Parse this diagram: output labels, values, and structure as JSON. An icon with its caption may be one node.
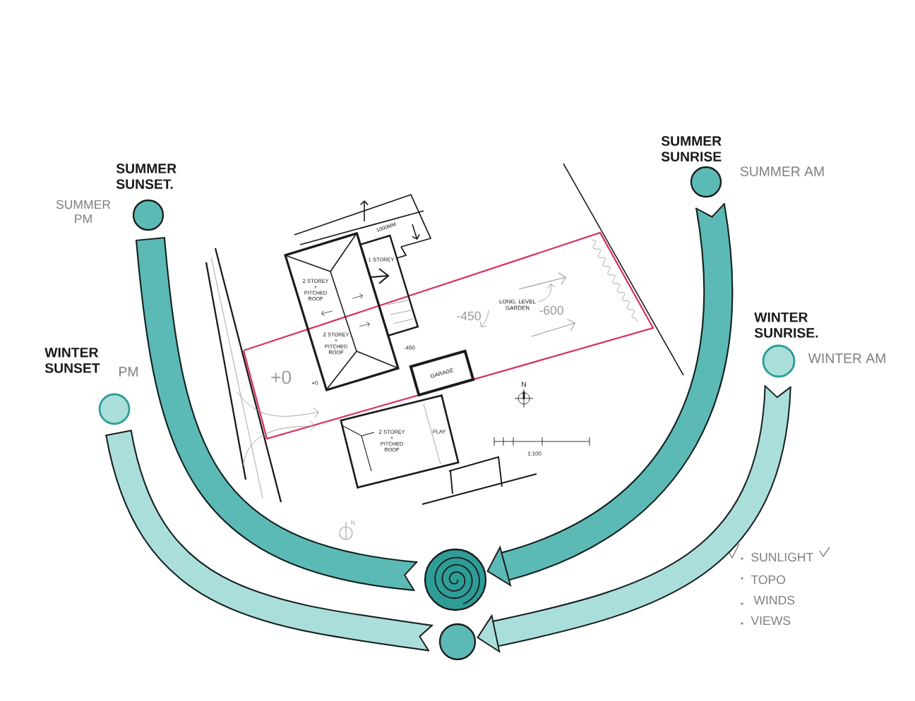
{
  "diagram": {
    "nodes": [
      {
        "text": [
          "SUMMER SUNSET."
        ],
        "beside": [
          "SUMMER PM"
        ]
      },
      {
        "text": [
          "SUMMER SUNRISE"
        ],
        "beside": [
          "SUMMER AM"
        ]
      },
      {
        "text": [
          "2 STOREY + PITCHED ROOF",
          "2 STOREY + PITCHED ROOF"
        ]
      },
      {
        "text": [
          "1 STOREY"
        ]
      },
      {
        "text": [
          "WINTER SUNRISE."
        ],
        "beside": [
          "WINTER AM"
        ]
      },
      {
        "text": [
          "WINTER SUNSET"
        ],
        "beside": [
          "PM"
        ]
      },
      {
        "text": [
          "GARAGE"
        ]
      },
      {
        "text": [
          "2 STOREY + PITCHED ROOF",
          "PLAY"
        ]
      },
      {
        "text": [],
        "shape": "circle"
      },
      {
        "text": [],
        "shape": "circle"
      }
    ],
    "edges": [
      {
        "from": 1,
        "to": 8,
        "arrow": "to"
      },
      {
        "from": 8,
        "to": 0,
        "arrow": "other"
      },
      {
        "from": 4,
        "to": 9,
        "arrow": "to",
        "color": "#a9dedb"
      },
      {
        "from": 9,
        "to": 5,
        "arrow": "other",
        "color": "#a9dedb"
      }
    ],
    "labels": [
      "1000MM",
      "LONG, LEVEL GARDEN",
      "-600",
      "-450",
      "-450",
      "+0",
      "+0",
      "N",
      "1:100",
      "N",
      "SUNLIGHT",
      "TOPO",
      "WINDS",
      "VIEWS"
    ]
  }
}
